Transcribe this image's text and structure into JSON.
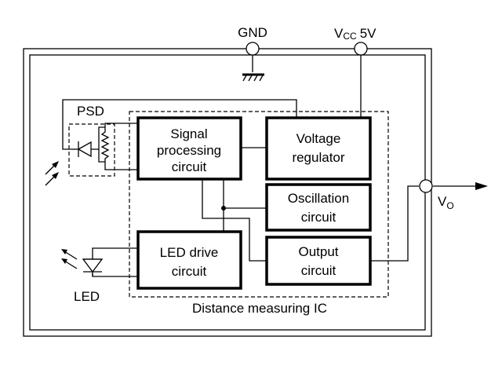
{
  "labels": {
    "gnd": "GND",
    "vcc_main": "V",
    "vcc_sub": "CC",
    "vcc_value": "5V",
    "vo_main": "V",
    "vo_sub": "O",
    "psd": "PSD",
    "led": "LED",
    "ic_name": "Distance measuring IC"
  },
  "blocks": {
    "signal_processing": [
      "Signal",
      "processing",
      "circuit"
    ],
    "voltage_regulator": [
      "Voltage",
      "regulator"
    ],
    "oscillation": [
      "Oscillation",
      "circuit"
    ],
    "led_drive": [
      "LED drive",
      "circuit"
    ],
    "output": [
      "Output",
      "circuit"
    ]
  }
}
